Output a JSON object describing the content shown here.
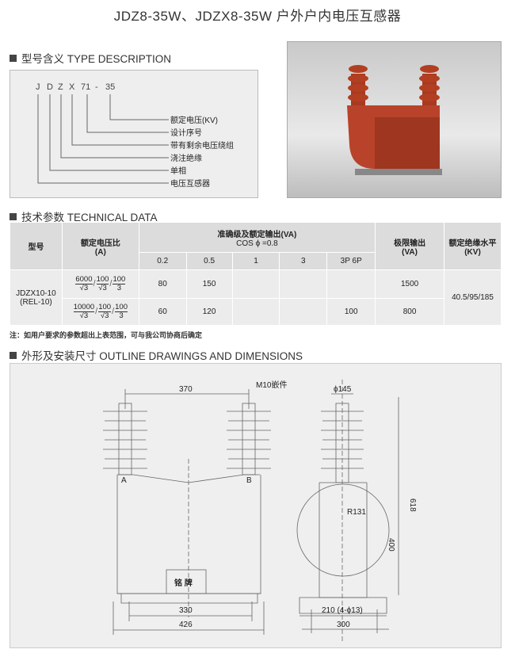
{
  "title": "JDZ8-35W、JDZX8-35W 户外户内电压互感器",
  "sections": {
    "type": "型号含义 TYPE DESCRIPTION",
    "tech": "技术参数 TECHNICAL DATA",
    "outline": "外形及安装尺寸 OUTLINE DRAWINGS AND DIMENSIONS"
  },
  "type_desc": {
    "code": [
      "J",
      "D",
      "Z",
      "X",
      "71",
      "-",
      "35"
    ],
    "meanings": [
      "额定电压(KV)",
      "设计序号",
      "带有剩余电压绕组",
      "浇注绝缘",
      "单相",
      "电压互感器"
    ]
  },
  "table": {
    "h_model": "型号",
    "h_ratio": "额定电压比",
    "h_ratio_unit": "(A)",
    "h_acc": "准确级及额定输出(VA)",
    "h_cos": "COS ϕ =0.8",
    "acc_classes": [
      "0.2",
      "0.5",
      "1",
      "3",
      "3P 6P"
    ],
    "h_limit": "极限输出",
    "h_limit_unit": "(VA)",
    "h_ins": "额定绝缘水平",
    "h_ins_unit": "(KV)",
    "model": "JDZX10-10",
    "model2": "(REL-10)",
    "insulation": "40.5/95/185",
    "rows": [
      {
        "ratio": [
          "6000",
          "√3",
          "100",
          "√3",
          "100",
          "3"
        ],
        "vals": [
          "80",
          "150",
          "",
          "",
          ""
        ],
        "limit": "1500"
      },
      {
        "ratio": [
          "10000",
          "√3",
          "100",
          "√3",
          "100",
          "3"
        ],
        "vals": [
          "60",
          "120",
          "",
          "",
          "100"
        ],
        "limit": "800"
      }
    ]
  },
  "note": "注：如用户要求的参数超出上表范围，可与我公司协商后确定",
  "drawing": {
    "d370": "370",
    "m10": "M10嵌件",
    "a": "A",
    "b": "B",
    "nameplate": "铭 牌",
    "d330": "330",
    "d426": "426",
    "d145": "ϕ145",
    "r131": "R131",
    "d618": "618",
    "d400": "400",
    "d210": "210 (4-ϕ13)",
    "d300": "300"
  }
}
